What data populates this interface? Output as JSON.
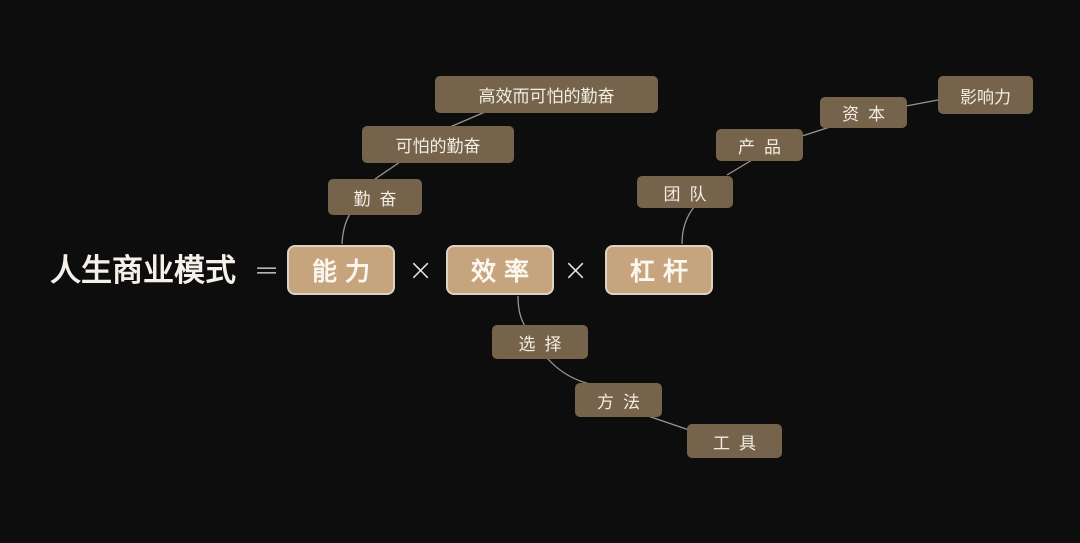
{
  "formula": {
    "title": "人生商业模式",
    "equals": "=",
    "times": "×",
    "factors": [
      {
        "label": "能力",
        "branch": [
          "勤奋",
          "可怕的勤奋",
          "高效而可怕的勤奋"
        ]
      },
      {
        "label": "效率",
        "branch": [
          "选择",
          "方法",
          "工具"
        ]
      },
      {
        "label": "杠杆",
        "branch": [
          "团队",
          "产品",
          "资本",
          "影响力"
        ]
      }
    ]
  },
  "colors": {
    "background": "#0e0d0d",
    "main_box_fill": "#c5a47e",
    "main_box_border": "#ddd3c4",
    "node_fill": "#75634c",
    "connector": "#9a948c",
    "text": "#f3ede3"
  }
}
